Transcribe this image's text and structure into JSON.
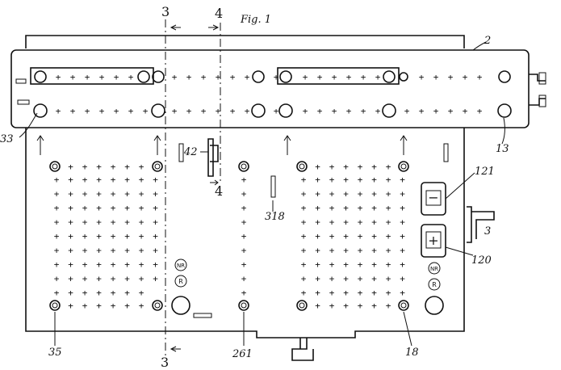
{
  "figure": {
    "title": "Fig. 1"
  },
  "section_marks": {
    "left_top": "3",
    "left_bottom": "3",
    "right_top": "4",
    "right_bottom": "4"
  },
  "labels": {
    "housing": "2",
    "crank": "3",
    "lower_left_hole": "33",
    "upper_right_hole": "13",
    "keyboard_slot": "42",
    "center_slot": "318",
    "minus_key": "121",
    "plus_key": "120",
    "bottom_left_knob": "35",
    "bottom_center_knob": "261",
    "bottom_right_knob": "18"
  },
  "badges": {
    "nr": "NR",
    "r": "R"
  },
  "keys": {
    "minus_symbol": "−",
    "plus_symbol": "+"
  },
  "grid_mark": "+"
}
